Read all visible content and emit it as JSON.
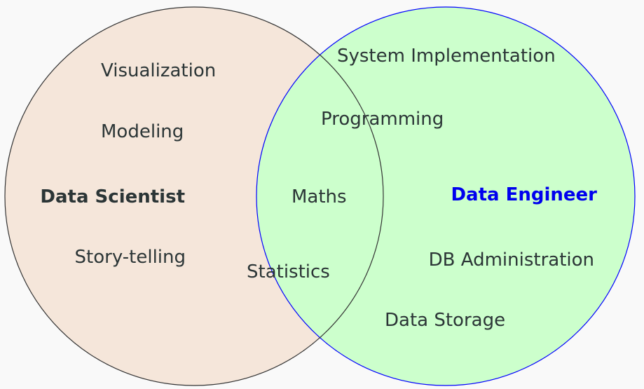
{
  "diagram": {
    "colors": {
      "background": "#f9f9f9",
      "left_fill": "#f5e6da",
      "left_stroke": "#333333",
      "right_fill": "#ccffcc",
      "right_stroke": "#0000ff",
      "text": "#2b3536",
      "right_title_text": "#0000ee"
    },
    "left_set": {
      "title": "Data Scientist",
      "items": [
        "Visualization",
        "Modeling",
        "Story-telling"
      ]
    },
    "right_set": {
      "title": "Data Engineer",
      "items": [
        "System Implementation",
        "DB Administration",
        "Data Storage"
      ]
    },
    "overlap_items": [
      "Programming",
      "Maths",
      "Statistics"
    ]
  }
}
